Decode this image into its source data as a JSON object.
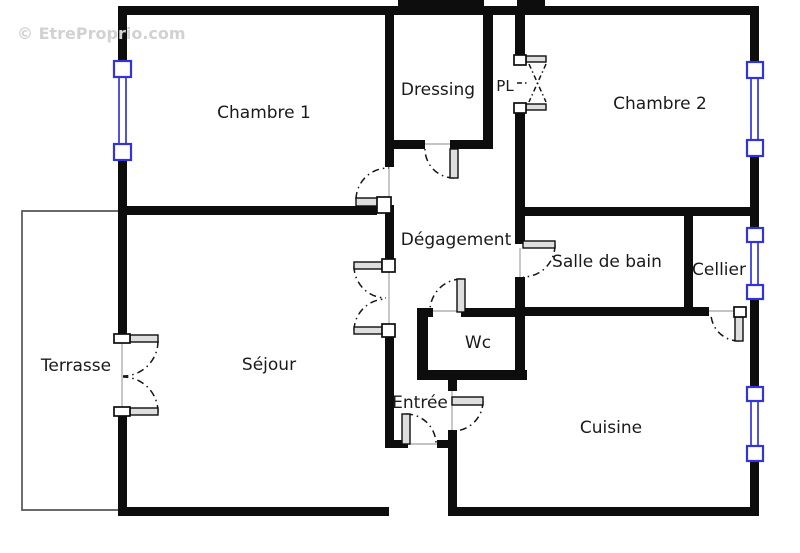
{
  "watermark": "© EtreProprio.com",
  "rooms": {
    "chambre1": "Chambre 1",
    "dressing": "Dressing",
    "pl": "PL",
    "chambre2": "Chambre 2",
    "degagement": "Dégagement",
    "salle_de_bain": "Salle de bain",
    "cellier": "Cellier",
    "terrasse": "Terrasse",
    "sejour": "Séjour",
    "wc": "Wc",
    "entree": "Entrée",
    "cuisine": "Cuisine"
  },
  "colors": {
    "wall": "#0d0d0d",
    "window": "#3333dd",
    "label": "#1a1a1a",
    "watermark": "#d2d2d2",
    "threshold": "#b0b0b0",
    "terrace": "#555555"
  }
}
